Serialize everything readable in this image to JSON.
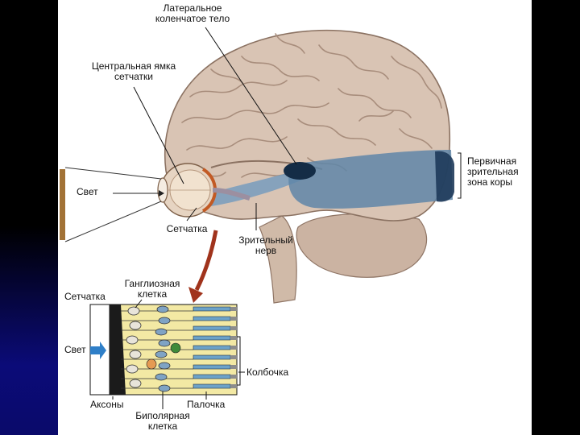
{
  "labels": {
    "lgn_line1": "Латеральное",
    "lgn_line2": "коленчатое тело",
    "fovea_line1": "Центральная ямка",
    "fovea_line2": "сетчатки",
    "light_top": "Свет",
    "retina_eye": "Сетчатка",
    "optic_nerve_line1": "Зрительный",
    "optic_nerve_line2": "нерв",
    "cortex_line1": "Первичная",
    "cortex_line2": "зрительная",
    "cortex_line3": "зона коры",
    "retina_detail": "Сетчатка",
    "ganglion_line1": "Ганглиозная",
    "ganglion_line2": "клетка",
    "light_detail": "Свет",
    "cone": "Колбочка",
    "axons": "Аксоны",
    "rod": "Палочка",
    "bipolar_line1": "Биполярная",
    "bipolar_line2": "клетка"
  },
  "colors": {
    "brain": "#d9c4b4",
    "brain_fold": "#a88d7c",
    "visual_pathway": "#5f86a8",
    "cortex_dark": "#1e3a5a",
    "lgn": "#142c46",
    "arrow": "#a0331c",
    "retina_bg": "#f3e9a4",
    "light_arrow": "#2f7fc8",
    "rod_blue": "#6ca2c8",
    "green_cell": "#3e8a3a",
    "orange_cell": "#e59a52"
  }
}
